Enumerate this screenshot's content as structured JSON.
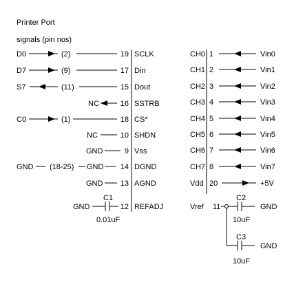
{
  "title": {
    "line1": "Printer Port",
    "line2": "signals (pin nos)"
  },
  "left": {
    "d0": {
      "signal": "D0",
      "pin": "(2)",
      "num": "19",
      "name": "SCLK"
    },
    "d7": {
      "signal": "D7",
      "pin": "(9)",
      "num": "17",
      "name": "Din"
    },
    "s7": {
      "signal": "S7",
      "pin": "(11)",
      "num": "15",
      "name": "Dout"
    },
    "sstrb": {
      "source": "NC",
      "num": "16",
      "name": "SSTRB"
    },
    "c0": {
      "signal": "C0",
      "pin": "(1)",
      "num": "18",
      "name": "CS*"
    },
    "shdn": {
      "source": "NC",
      "num": "10",
      "name": "SHDN"
    },
    "vss": {
      "source": "GND",
      "num": "9",
      "name": "Vss"
    },
    "dgnd": {
      "gnd": "GND",
      "range": "(18-25)",
      "source": "GND",
      "num": "14",
      "name": "DGND"
    },
    "agnd": {
      "source": "GND",
      "num": "13",
      "name": "AGND"
    },
    "refadj": {
      "gnd": "GND",
      "cap": "C1",
      "value": "0.01uF",
      "num": "12",
      "name": "REFADJ"
    }
  },
  "right": {
    "channels": [
      {
        "name": "CH0",
        "num": "1",
        "input": "Vin0"
      },
      {
        "name": "CH1",
        "num": "2",
        "input": "Vin1"
      },
      {
        "name": "CH2",
        "num": "3",
        "input": "Vin2"
      },
      {
        "name": "CH3",
        "num": "4",
        "input": "Vin3"
      },
      {
        "name": "CH4",
        "num": "5",
        "input": "Vin4"
      },
      {
        "name": "CH5",
        "num": "6",
        "input": "Vin5"
      },
      {
        "name": "CH6",
        "num": "7",
        "input": "Vin6"
      },
      {
        "name": "CH7",
        "num": "8",
        "input": "Vin7"
      }
    ],
    "vdd": {
      "name": "Vdd",
      "num": "20",
      "supply": "+5V"
    },
    "vref": {
      "name": "Vref",
      "num": "11",
      "c2": {
        "label": "C2",
        "value": "10uF",
        "gnd": "GND"
      },
      "c3": {
        "label": "C3",
        "value": "10uF",
        "gnd": "GND"
      }
    }
  }
}
